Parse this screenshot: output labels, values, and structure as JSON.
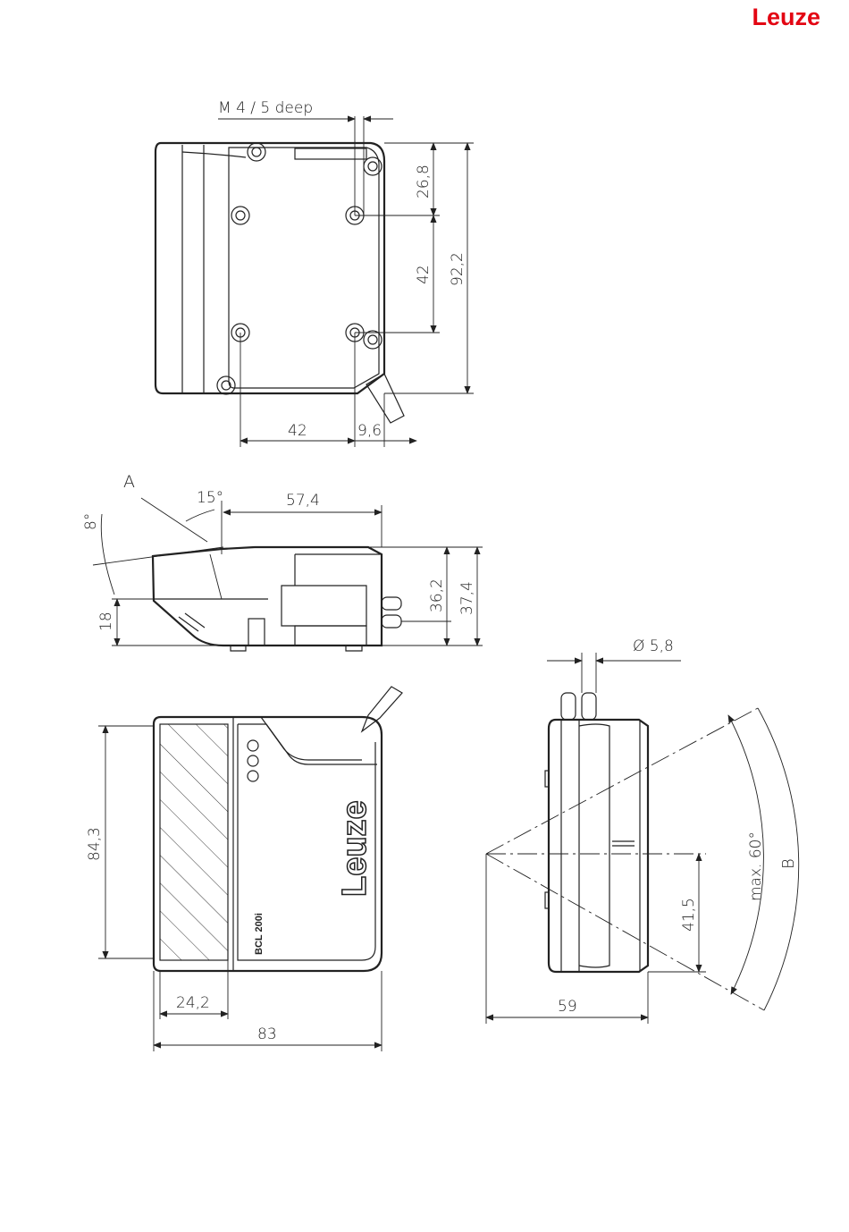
{
  "brand": "Leuze",
  "top_view": {
    "thread_label": "M 4 / 5 deep",
    "dims": [
      "26,8",
      "42",
      "92,2",
      "42",
      "9,6"
    ]
  },
  "side_view": {
    "angle_label": "A",
    "angles": [
      "15°",
      "8°"
    ],
    "dims": [
      "57,4",
      "36,2",
      "37,4",
      "18"
    ]
  },
  "front_view": {
    "model": "BCL 200i",
    "logo": "Leuze",
    "dims": [
      "84,3",
      "24,2",
      "83"
    ]
  },
  "beam_view": {
    "dims": [
      "Ø 5,8",
      "41,5",
      "59"
    ],
    "angle": "max. 60°",
    "b_label": "B"
  }
}
